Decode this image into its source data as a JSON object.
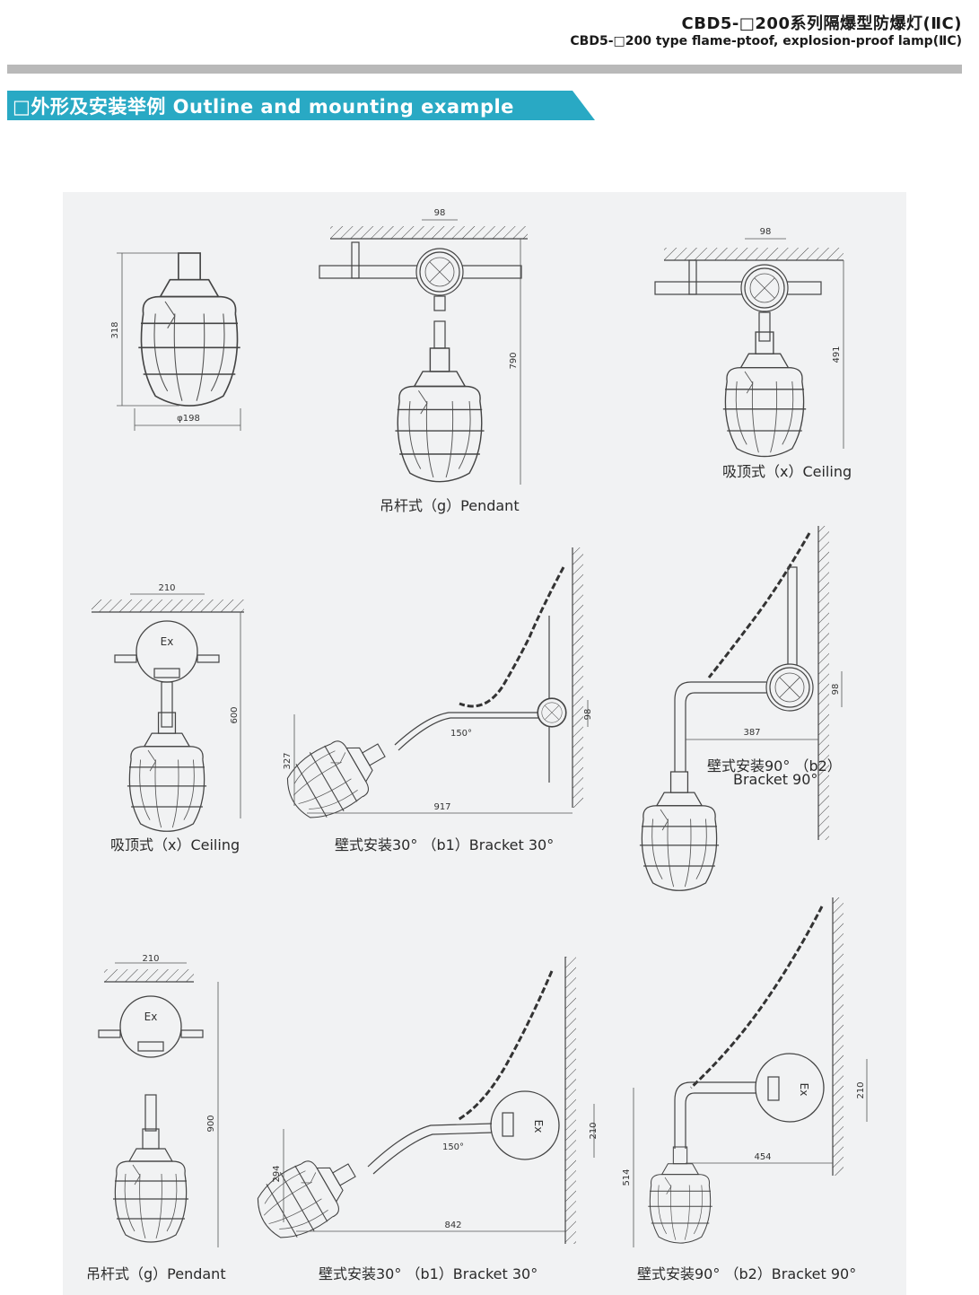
{
  "header": {
    "title_cn": "CBD5-□200系列隔爆型防爆灯(ⅡC)",
    "title_en": "CBD5-□200 type flame-ptoof, explosion-proof lamp(ⅡC)"
  },
  "section": {
    "title": "□外形及安装举例 Outline and mounting example"
  },
  "colors": {
    "accent": "#29a9c4",
    "bar": "#b9b9b9",
    "panel": "#f1f2f3"
  },
  "figures": {
    "f1": {
      "dims": [
        "318",
        "φ198"
      ]
    },
    "f2": {
      "caption": "吊杆式（g）Pendant",
      "dims": [
        "98",
        "790"
      ]
    },
    "f3": {
      "caption": "吸顶式（x）Ceiling",
      "dims": [
        "98",
        "491"
      ]
    },
    "f4": {
      "caption": "吸顶式（x）Ceiling",
      "dims": [
        "210",
        "600"
      ],
      "label": "Ex"
    },
    "f5": {
      "caption": "壁式安装30°  （b1）Bracket 30°",
      "dims": [
        "327",
        "917",
        "98",
        "150°"
      ]
    },
    "f6": {
      "caption_line1": "壁式安装90°  （b2）",
      "caption_line2": "Bracket 90°",
      "dims": [
        "387",
        "98"
      ]
    },
    "f7": {
      "caption": "吊杆式（g）Pendant",
      "dims": [
        "210",
        "900"
      ],
      "label": "Ex"
    },
    "f8": {
      "caption": "壁式安装30°  （b1）Bracket 30°",
      "dims": [
        "294",
        "842",
        "210",
        "150°"
      ],
      "label": "Ex"
    },
    "f9": {
      "caption": "壁式安装90°  （b2）Bracket 90°",
      "dims": [
        "454",
        "514",
        "210"
      ],
      "label": "Ex"
    }
  }
}
